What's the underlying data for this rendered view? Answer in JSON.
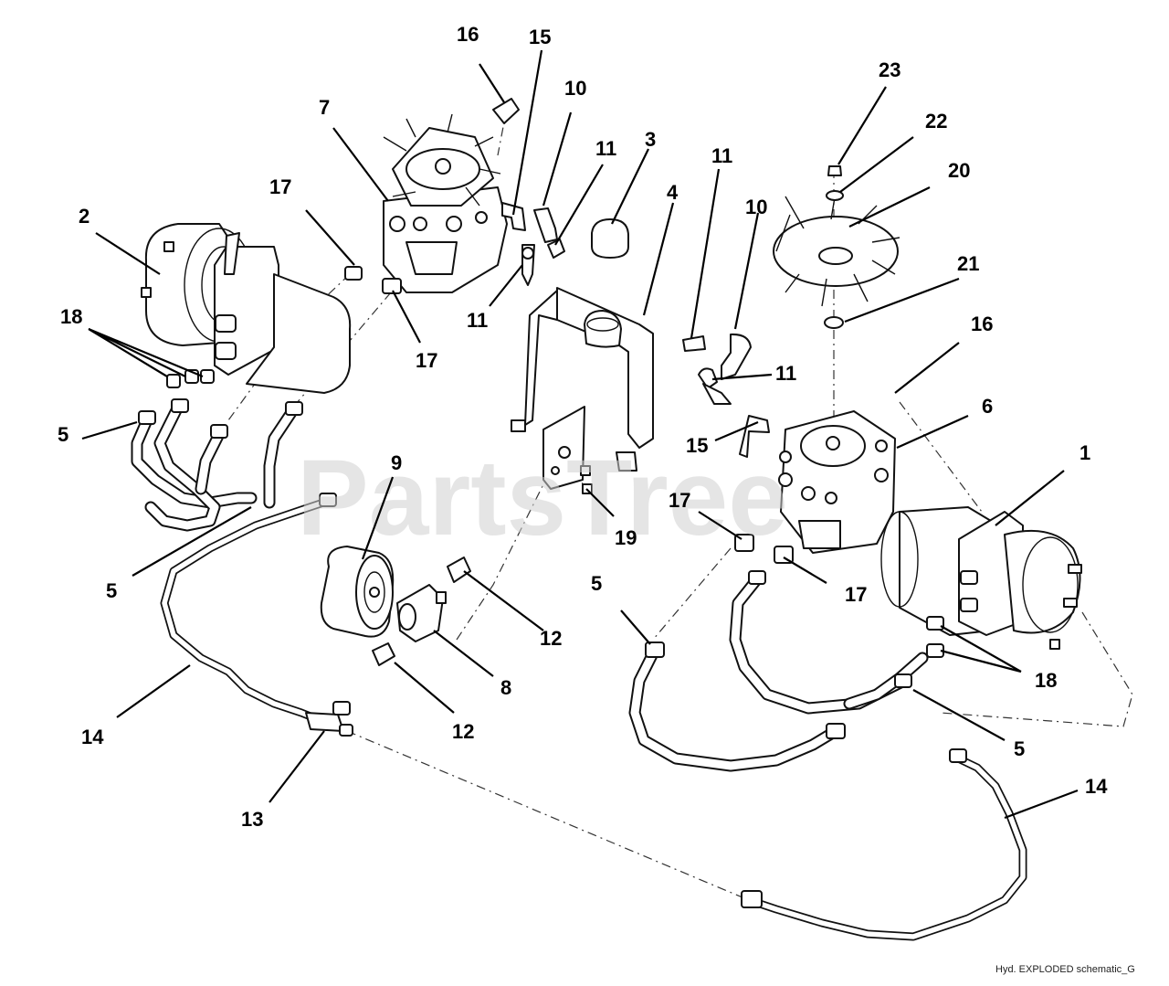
{
  "watermark": "PartsTree",
  "caption": "Hyd. EXPLODED schematic_G",
  "callouts": [
    {
      "id": "c1",
      "label": "1"
    },
    {
      "id": "c2",
      "label": "2"
    },
    {
      "id": "c3",
      "label": "3"
    },
    {
      "id": "c4",
      "label": "4"
    },
    {
      "id": "c5a",
      "label": "5"
    },
    {
      "id": "c5b",
      "label": "5"
    },
    {
      "id": "c5c",
      "label": "5"
    },
    {
      "id": "c5d",
      "label": "5"
    },
    {
      "id": "c6",
      "label": "6"
    },
    {
      "id": "c7",
      "label": "7"
    },
    {
      "id": "c8",
      "label": "8"
    },
    {
      "id": "c9",
      "label": "9"
    },
    {
      "id": "c10a",
      "label": "10"
    },
    {
      "id": "c10b",
      "label": "10"
    },
    {
      "id": "c11a",
      "label": "11"
    },
    {
      "id": "c11b",
      "label": "11"
    },
    {
      "id": "c11c",
      "label": "11"
    },
    {
      "id": "c11d",
      "label": "11"
    },
    {
      "id": "c12a",
      "label": "12"
    },
    {
      "id": "c12b",
      "label": "12"
    },
    {
      "id": "c13",
      "label": "13"
    },
    {
      "id": "c14a",
      "label": "14"
    },
    {
      "id": "c14b",
      "label": "14"
    },
    {
      "id": "c15a",
      "label": "15"
    },
    {
      "id": "c15b",
      "label": "15"
    },
    {
      "id": "c16a",
      "label": "16"
    },
    {
      "id": "c16b",
      "label": "16"
    },
    {
      "id": "c17a",
      "label": "17"
    },
    {
      "id": "c17b",
      "label": "17"
    },
    {
      "id": "c17c",
      "label": "17"
    },
    {
      "id": "c17d",
      "label": "17"
    },
    {
      "id": "c18a",
      "label": "18"
    },
    {
      "id": "c18b",
      "label": "18"
    },
    {
      "id": "c19",
      "label": "19"
    },
    {
      "id": "c20",
      "label": "20"
    },
    {
      "id": "c21",
      "label": "21"
    },
    {
      "id": "c22",
      "label": "22"
    },
    {
      "id": "c23",
      "label": "23"
    }
  ]
}
